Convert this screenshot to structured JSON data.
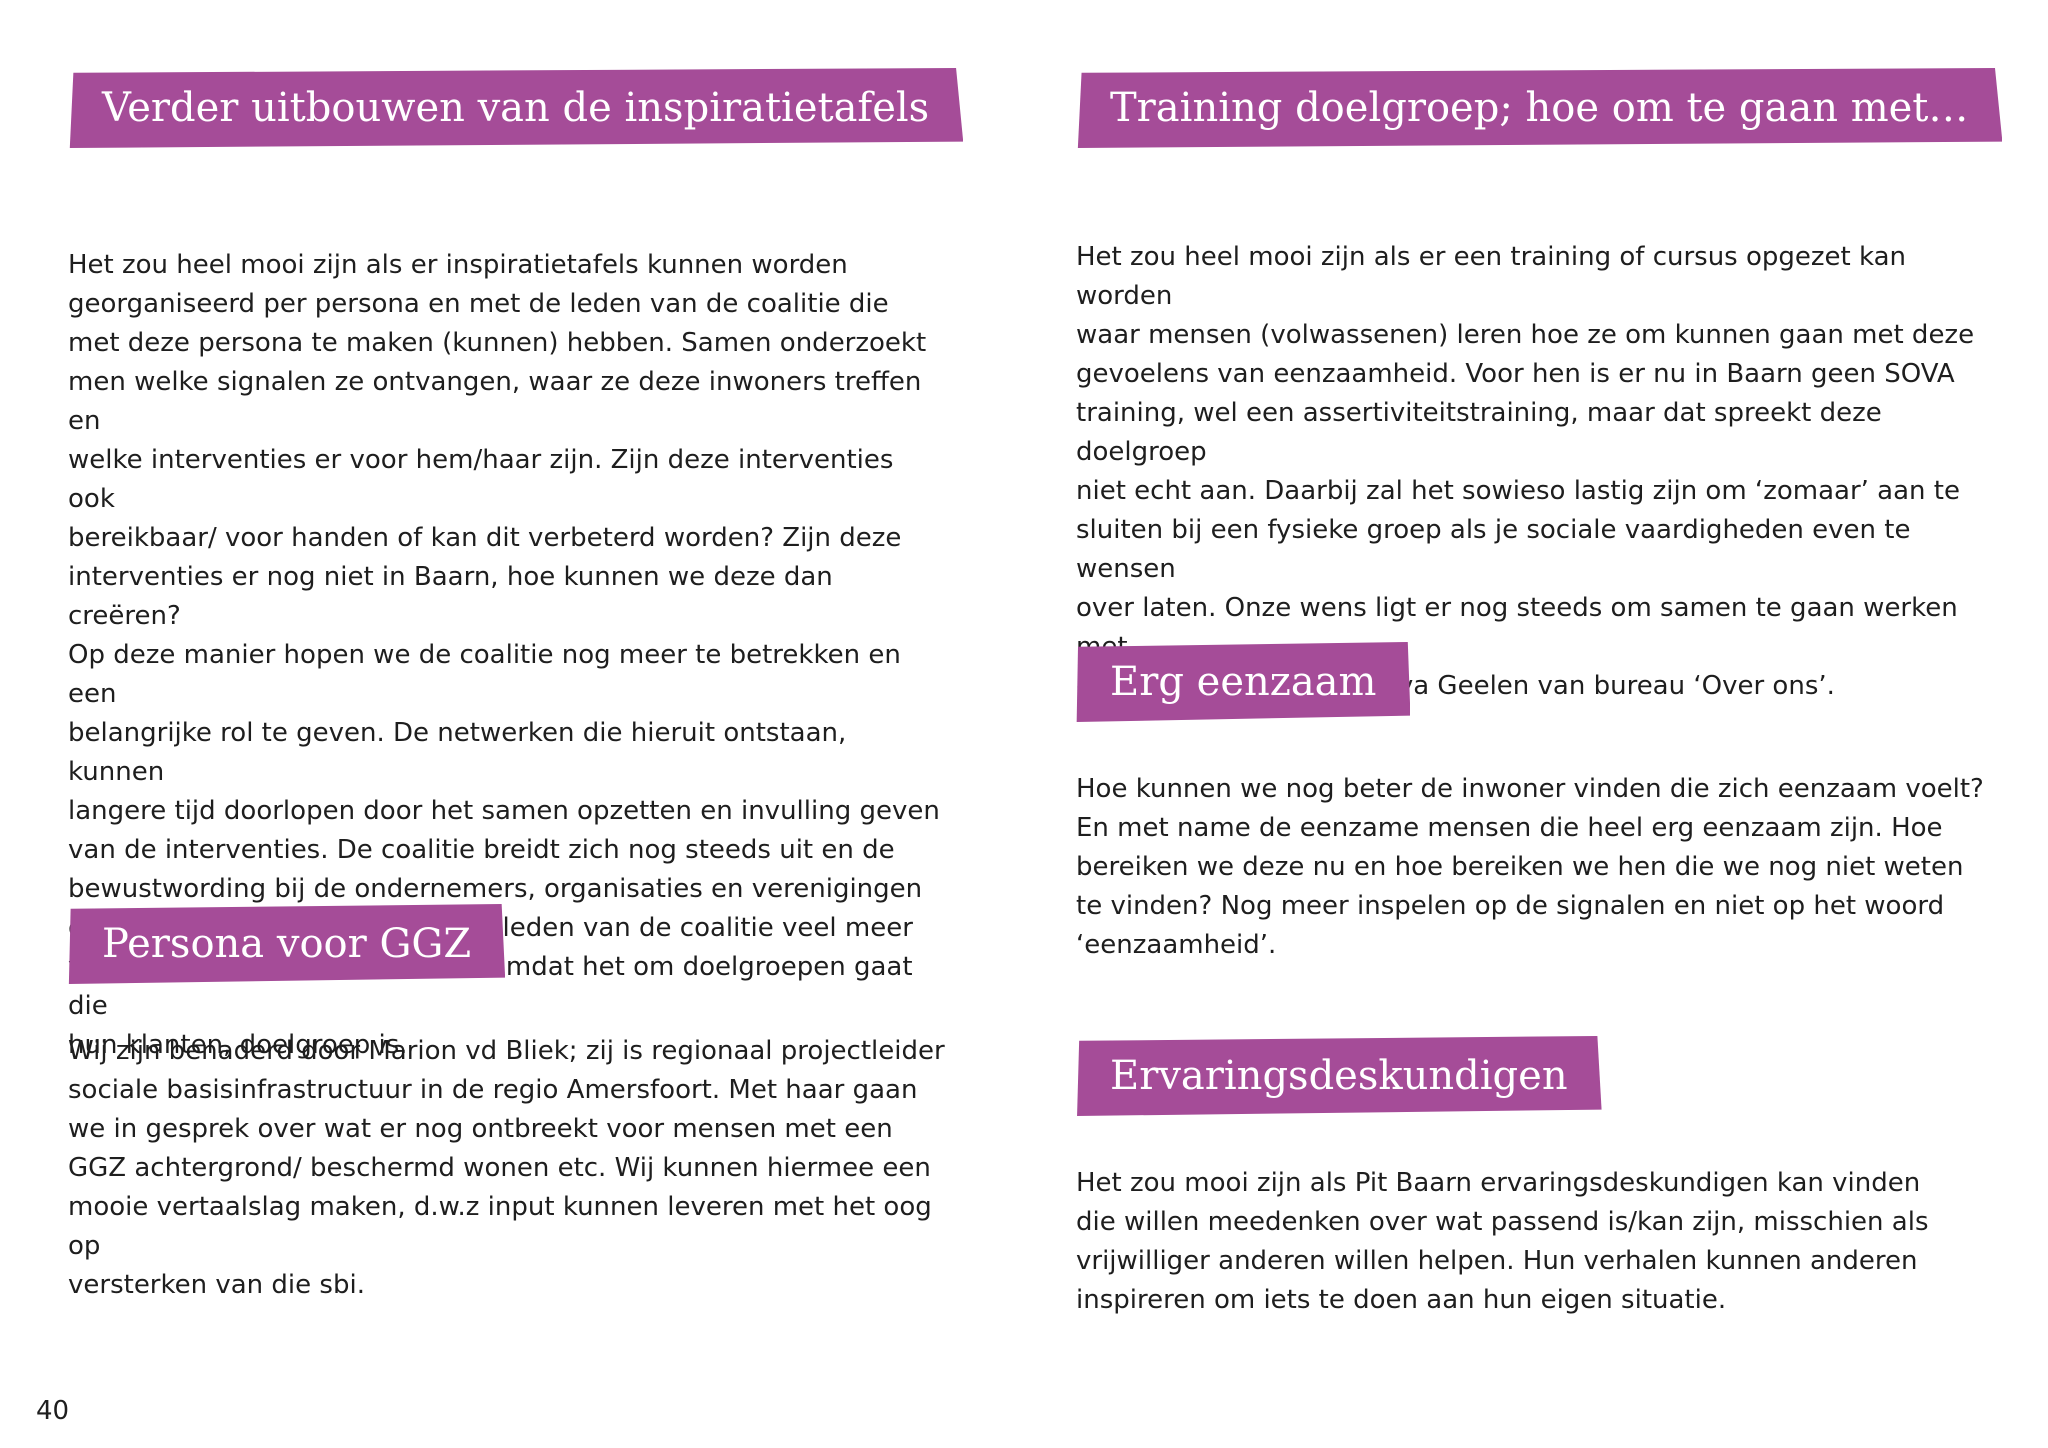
{
  "left": {
    "sections": [
      {
        "heading": "Verder uitbouwen van de inspiratietafels",
        "body": "Het zou heel mooi zijn als er inspiratietafels kunnen worden\ngeorganiseerd per persona en met de leden van de coalitie die\nmet deze persona te maken (kunnen) hebben. Samen onderzoekt\nmen welke signalen ze ontvangen, waar ze deze inwoners treffen en\nwelke interventies er voor hem/haar zijn. Zijn deze interventies ook\nbereikbaar/ voor handen of kan dit verbeterd worden? Zijn deze\ninterventies er nog niet in Baarn, hoe kunnen we deze dan creëren?\nOp deze manier hopen we de coalitie nog meer te betrekken en een\nbelangrijke rol te geven. De netwerken die hieruit ontstaan, kunnen\nlangere tijd doorlopen door het samen opzetten en invulling geven\nvan de interventies. De coalitie breidt zich nog steeds uit en de\nbewustwording bij de ondernemers, organisaties en verenigingen\ngroeit. Daarbij wordt het voor de leden van de coalitie veel meer\nvanzelfsprekend en tastbaarder omdat het om doelgroepen gaat die\nhun klanten, doelgroep is."
      },
      {
        "heading": "Persona voor GGZ",
        "body": "Wij zijn benaderd door Marion vd Bliek; zij is regionaal projectleider\nsociale basisinfrastructuur in de regio Amersfoort. Met haar gaan\nwe in gesprek over wat er nog ontbreekt voor mensen met een\nGGZ achtergrond/ beschermd wonen etc. Wij kunnen hiermee een\nmooie vertaalslag maken, d.w.z input kunnen leveren met het oog op\nversterken van die sbi."
      }
    ]
  },
  "right": {
    "sections": [
      {
        "heading": "Training doelgroep; hoe om te gaan met…",
        "body": "Het zou heel mooi zijn als er een training of cursus opgezet kan worden\nwaar mensen (volwassenen) leren hoe ze om kunnen gaan met deze\ngevoelens van eenzaamheid. Voor hen is er nu in Baarn geen SOVA\ntraining, wel een assertiviteitstraining, maar dat spreekt deze doelgroep\nniet echt aan. Daarbij zal het sowieso lastig zijn om ‘zomaar’ aan te\nsluiten bij een fysieke groep als je sociale vaardigheden even te wensen\nover laten. Onze wens ligt er nog steeds om samen te gaan werken met\nde (online)training van Eva Geelen van bureau ‘Over ons’."
      },
      {
        "heading": "Erg eenzaam",
        "body": "Hoe kunnen we nog beter de inwoner vinden die zich eenzaam voelt?\nEn met name de eenzame mensen die heel erg eenzaam zijn. Hoe\nbereiken we deze nu en hoe bereiken we hen die we nog niet weten\nte vinden? Nog meer inspelen op de signalen en niet op het woord\n‘eenzaamheid’."
      },
      {
        "heading": "Ervaringsdeskundigen",
        "body": "Het zou mooi zijn als Pit Baarn ervaringsdeskundigen kan vinden\ndie willen meedenken over wat passend is/kan zijn, misschien als\nvrijwilliger anderen willen helpen. Hun verhalen kunnen anderen\ninspireren om iets te doen aan hun eigen situatie."
      }
    ]
  },
  "page_number": "40",
  "colors": {
    "banner": "#a54c98",
    "banner_text": "#ffffff",
    "body_text": "#1e1e1e"
  }
}
